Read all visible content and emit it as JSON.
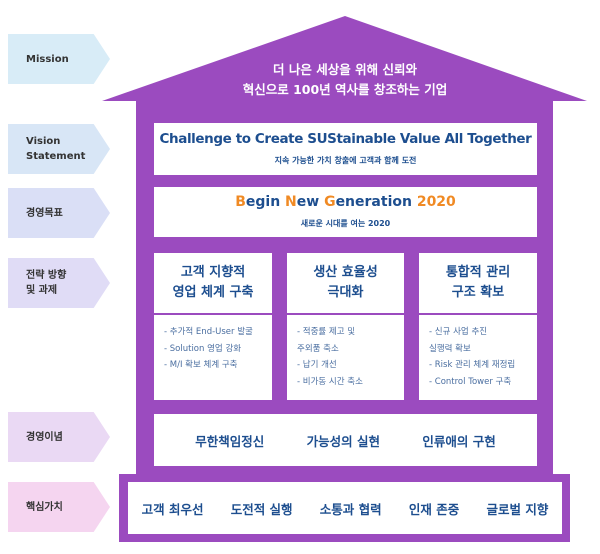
{
  "labels": [
    {
      "text": "Mission",
      "color": "#d8ecf7"
    },
    {
      "text": "Vision\nStatement",
      "color": "#d8e6f6"
    },
    {
      "text": "경영목표",
      "color": "#dadff6"
    },
    {
      "text": "전략 방향\n및 과제",
      "color": "#e0dcf6"
    },
    {
      "text": "경영이념",
      "color": "#ead9f4"
    },
    {
      "text": "핵심가치",
      "color": "#f5d5f0"
    }
  ],
  "mission": {
    "line1": "더 나은 세상을 위해 신뢰와",
    "line2": "혁신으로 100년 역사를 창조하는 기업"
  },
  "vision": {
    "title": "Challenge to Create SUStainable Value All Together",
    "subtitle": "지속 가능한 가치 창출에 고객과 함께 도전"
  },
  "goal": {
    "b": "B",
    "egin": "egin ",
    "n": "N",
    "ew": "ew ",
    "g": "G",
    "eneration": "eneration ",
    "year": "2020",
    "subtitle": "새로운 시대를 여는 2020"
  },
  "strategies": [
    {
      "title": "고객 지향적\n영업 체계 구축",
      "items": [
        "- 추가적 End-User 발굴",
        "- Solution 영업 강화",
        "- M/I 확보 체계 구축"
      ]
    },
    {
      "title": "생산 효율성\n극대화",
      "items": [
        "- 적중률 제고 및\n   주외품 축소",
        "- 납기 개선",
        "- 비가동 시간 축소"
      ]
    },
    {
      "title": "통합적 관리\n구조 확보",
      "items": [
        "- 신규 사업 추진\n   실행력 확보",
        "- Risk 관리 체계 재정립",
        "- Control Tower 구축"
      ]
    }
  ],
  "philosophy": [
    "무한책임정신",
    "가능성의 실현",
    "인류애의 구현"
  ],
  "core_values": [
    "고객 최우선",
    "도전적 실행",
    "소통과 협력",
    "인재 존중",
    "글로벌 지향"
  ],
  "colors": {
    "house_top": "#0a4f9e",
    "house_mid": "#0a8ad0",
    "house_bottom": "#9b4bbf",
    "accent": "#f08a24",
    "text": "#1d4e8f"
  }
}
